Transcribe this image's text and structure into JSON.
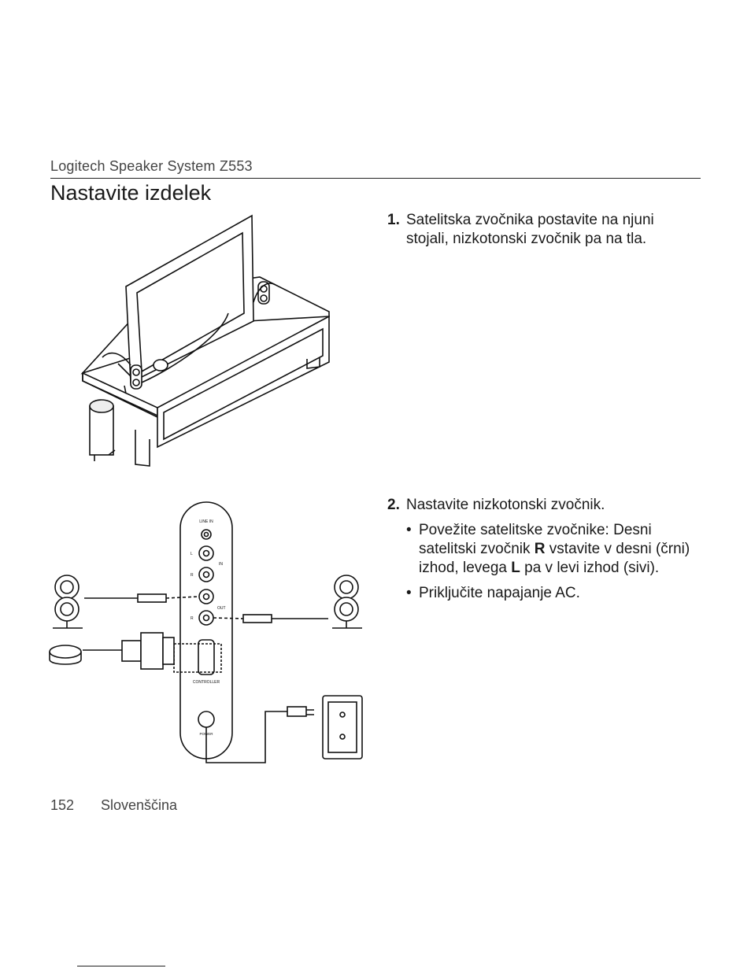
{
  "header": {
    "product_title": "Logitech Speaker System Z553"
  },
  "section": {
    "title": "Nastavite izdelek"
  },
  "steps": [
    {
      "number": "1.",
      "text": "Satelitska zvočnika postavite na njuni stojali, nizkotonski zvočnik pa na tla."
    },
    {
      "number": "2.",
      "text": "Nastavite nizkotonski zvočnik.",
      "bullet_marker": "•",
      "bullets": [
        {
          "pre": "Povežite satelitske zvočnike: Desni satelitski zvočnik ",
          "bold1": "R",
          "mid": " vstavite v desni (črni) izhod, levega ",
          "bold2": "L",
          "post": " pa v levi izhod (sivi)."
        },
        {
          "pre": "Priključite napajanje AC."
        }
      ]
    }
  ],
  "diagram_labels": {
    "line_in": "LINE IN",
    "l": "L",
    "r": "R",
    "in": "IN",
    "out": "OUT",
    "controller": "CONTROLLER",
    "power_label": "POWER"
  },
  "footer": {
    "page_number": "152",
    "language": "Slovenščina"
  }
}
